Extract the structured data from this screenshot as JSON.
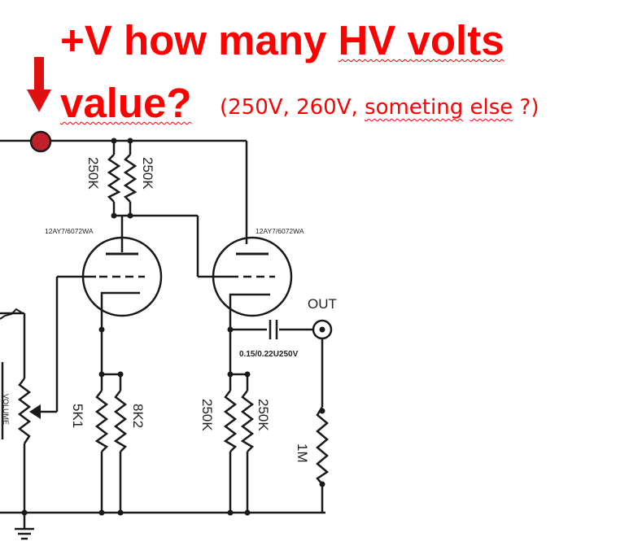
{
  "question": {
    "line1_prefix": "+V how many ",
    "line1_highlight": "HV volts",
    "line2": "value?",
    "line2_note_prefix": "(250V, 260V, ",
    "line2_note_word1": "someting",
    "line2_note_mid": " ",
    "line2_note_word2": "else",
    "line2_note_suffix": " ?)"
  },
  "colors": {
    "annotation": "#ff0000",
    "wire": "#1a1a1a",
    "node_fill": "#c0202a"
  },
  "components": {
    "plate_resistor_a": "250K",
    "plate_resistor_b": "250K",
    "tube_v1": "12AY7/6072WA",
    "tube_v2": "12AY7/6072WA",
    "out_label": "OUT",
    "coupling_cap": "0.15/0.22U250V",
    "volume_pot": "VOLUME",
    "cathode_resistor_a": "5K1",
    "cathode_resistor_b": "8K2",
    "cathode_resistor_c": "250K",
    "cathode_resistor_d": "250K",
    "output_resistor": "1M"
  }
}
